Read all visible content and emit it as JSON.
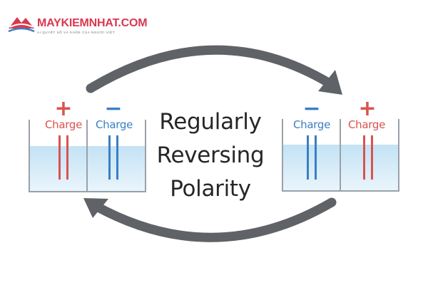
{
  "logo": {
    "name": "MAYKIEMNHAT.COM",
    "tagline": "AI QUYẾT SỐ VÀ KHỎE CỦA NGƯỜI VIỆT",
    "color": "#d8384f"
  },
  "title_lines": [
    "Regularly",
    "Reversing",
    "Polarity"
  ],
  "left_cell": {
    "left_label": "Charge",
    "left_sign": "+",
    "right_label": "Charge",
    "right_sign": "−"
  },
  "right_cell": {
    "left_label": "Charge",
    "left_sign": "−",
    "right_label": "Charge",
    "right_sign": "+"
  },
  "colors": {
    "positive": "#d9534f",
    "negative": "#3a7fc4",
    "water": "#cde8f6",
    "tank_wall": "#9aa1a8",
    "arrow": "#5f6266"
  }
}
